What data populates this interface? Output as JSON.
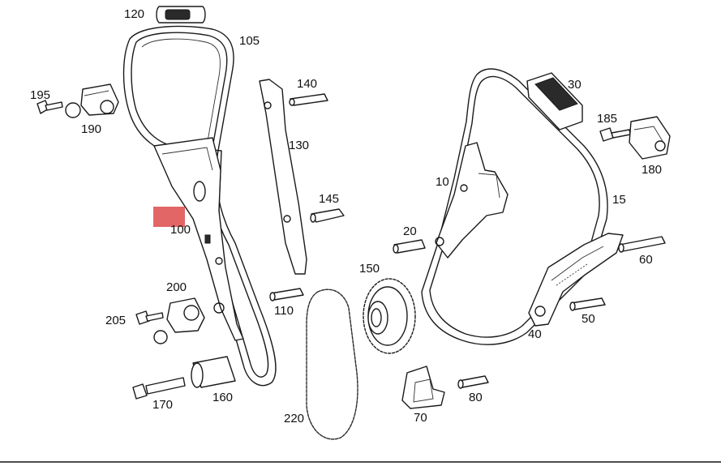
{
  "diagram": {
    "labels": {
      "l120": "120",
      "l105": "105",
      "l195": "195",
      "l190": "190",
      "l140": "140",
      "l130": "130",
      "l145": "145",
      "l100": "100",
      "l200": "200",
      "l205": "205",
      "l110": "110",
      "l150": "150",
      "l160": "160",
      "l170": "170",
      "l220": "220",
      "l70": "70",
      "l80": "80",
      "l30": "30",
      "l185": "185",
      "l180": "180",
      "l10": "10",
      "l15": "15",
      "l20": "20",
      "l60": "60",
      "l40": "40",
      "l50": "50"
    },
    "highlight_color": "#e36666"
  }
}
